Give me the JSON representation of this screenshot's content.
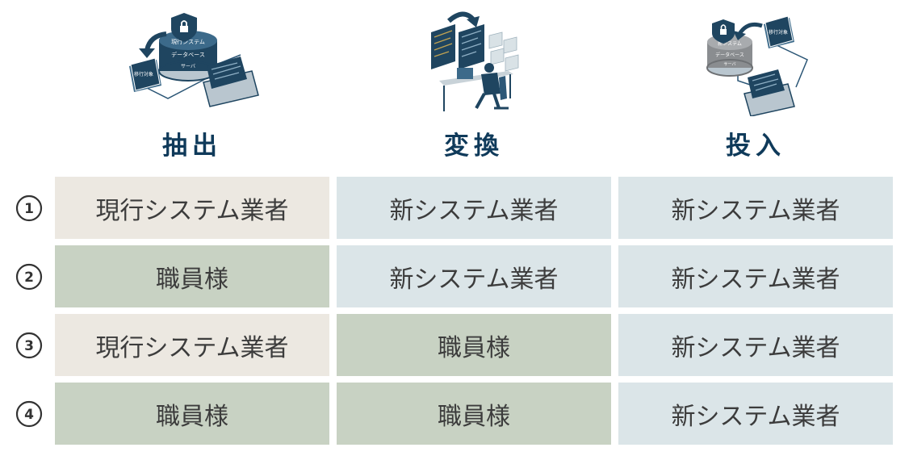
{
  "columns": [
    {
      "title": "抽出",
      "illustration": "database-extract-icon"
    },
    {
      "title": "変換",
      "illustration": "developer-workstation-icon"
    },
    {
      "title": "投入",
      "illustration": "database-load-icon"
    }
  ],
  "illustration_labels": {
    "extract_db": [
      "現行システム",
      "データベース",
      "サーバ"
    ],
    "extract_folder": "移行対象",
    "load_db": [
      "新システム",
      "データベース",
      "サーバ"
    ],
    "load_folder": "移行対象"
  },
  "rows": [
    {
      "number": "①",
      "cells": [
        {
          "label": "現行システム業者",
          "tone": "beige"
        },
        {
          "label": "新システム業者",
          "tone": "blue"
        },
        {
          "label": "新システム業者",
          "tone": "blue"
        }
      ]
    },
    {
      "number": "②",
      "cells": [
        {
          "label": "職員様",
          "tone": "green"
        },
        {
          "label": "新システム業者",
          "tone": "blue"
        },
        {
          "label": "新システム業者",
          "tone": "blue"
        }
      ]
    },
    {
      "number": "③",
      "cells": [
        {
          "label": "現行システム業者",
          "tone": "beige"
        },
        {
          "label": "職員様",
          "tone": "green"
        },
        {
          "label": "新システム業者",
          "tone": "blue"
        }
      ]
    },
    {
      "number": "④",
      "cells": [
        {
          "label": "職員様",
          "tone": "green"
        },
        {
          "label": "職員様",
          "tone": "green"
        },
        {
          "label": "新システム業者",
          "tone": "blue"
        }
      ]
    }
  ],
  "colors": {
    "title": "#0f3a5a",
    "beige": "#ece8e1",
    "green": "#c8d2c3",
    "blue": "#dbe5e8",
    "illustration_navy": "#1f4560"
  }
}
